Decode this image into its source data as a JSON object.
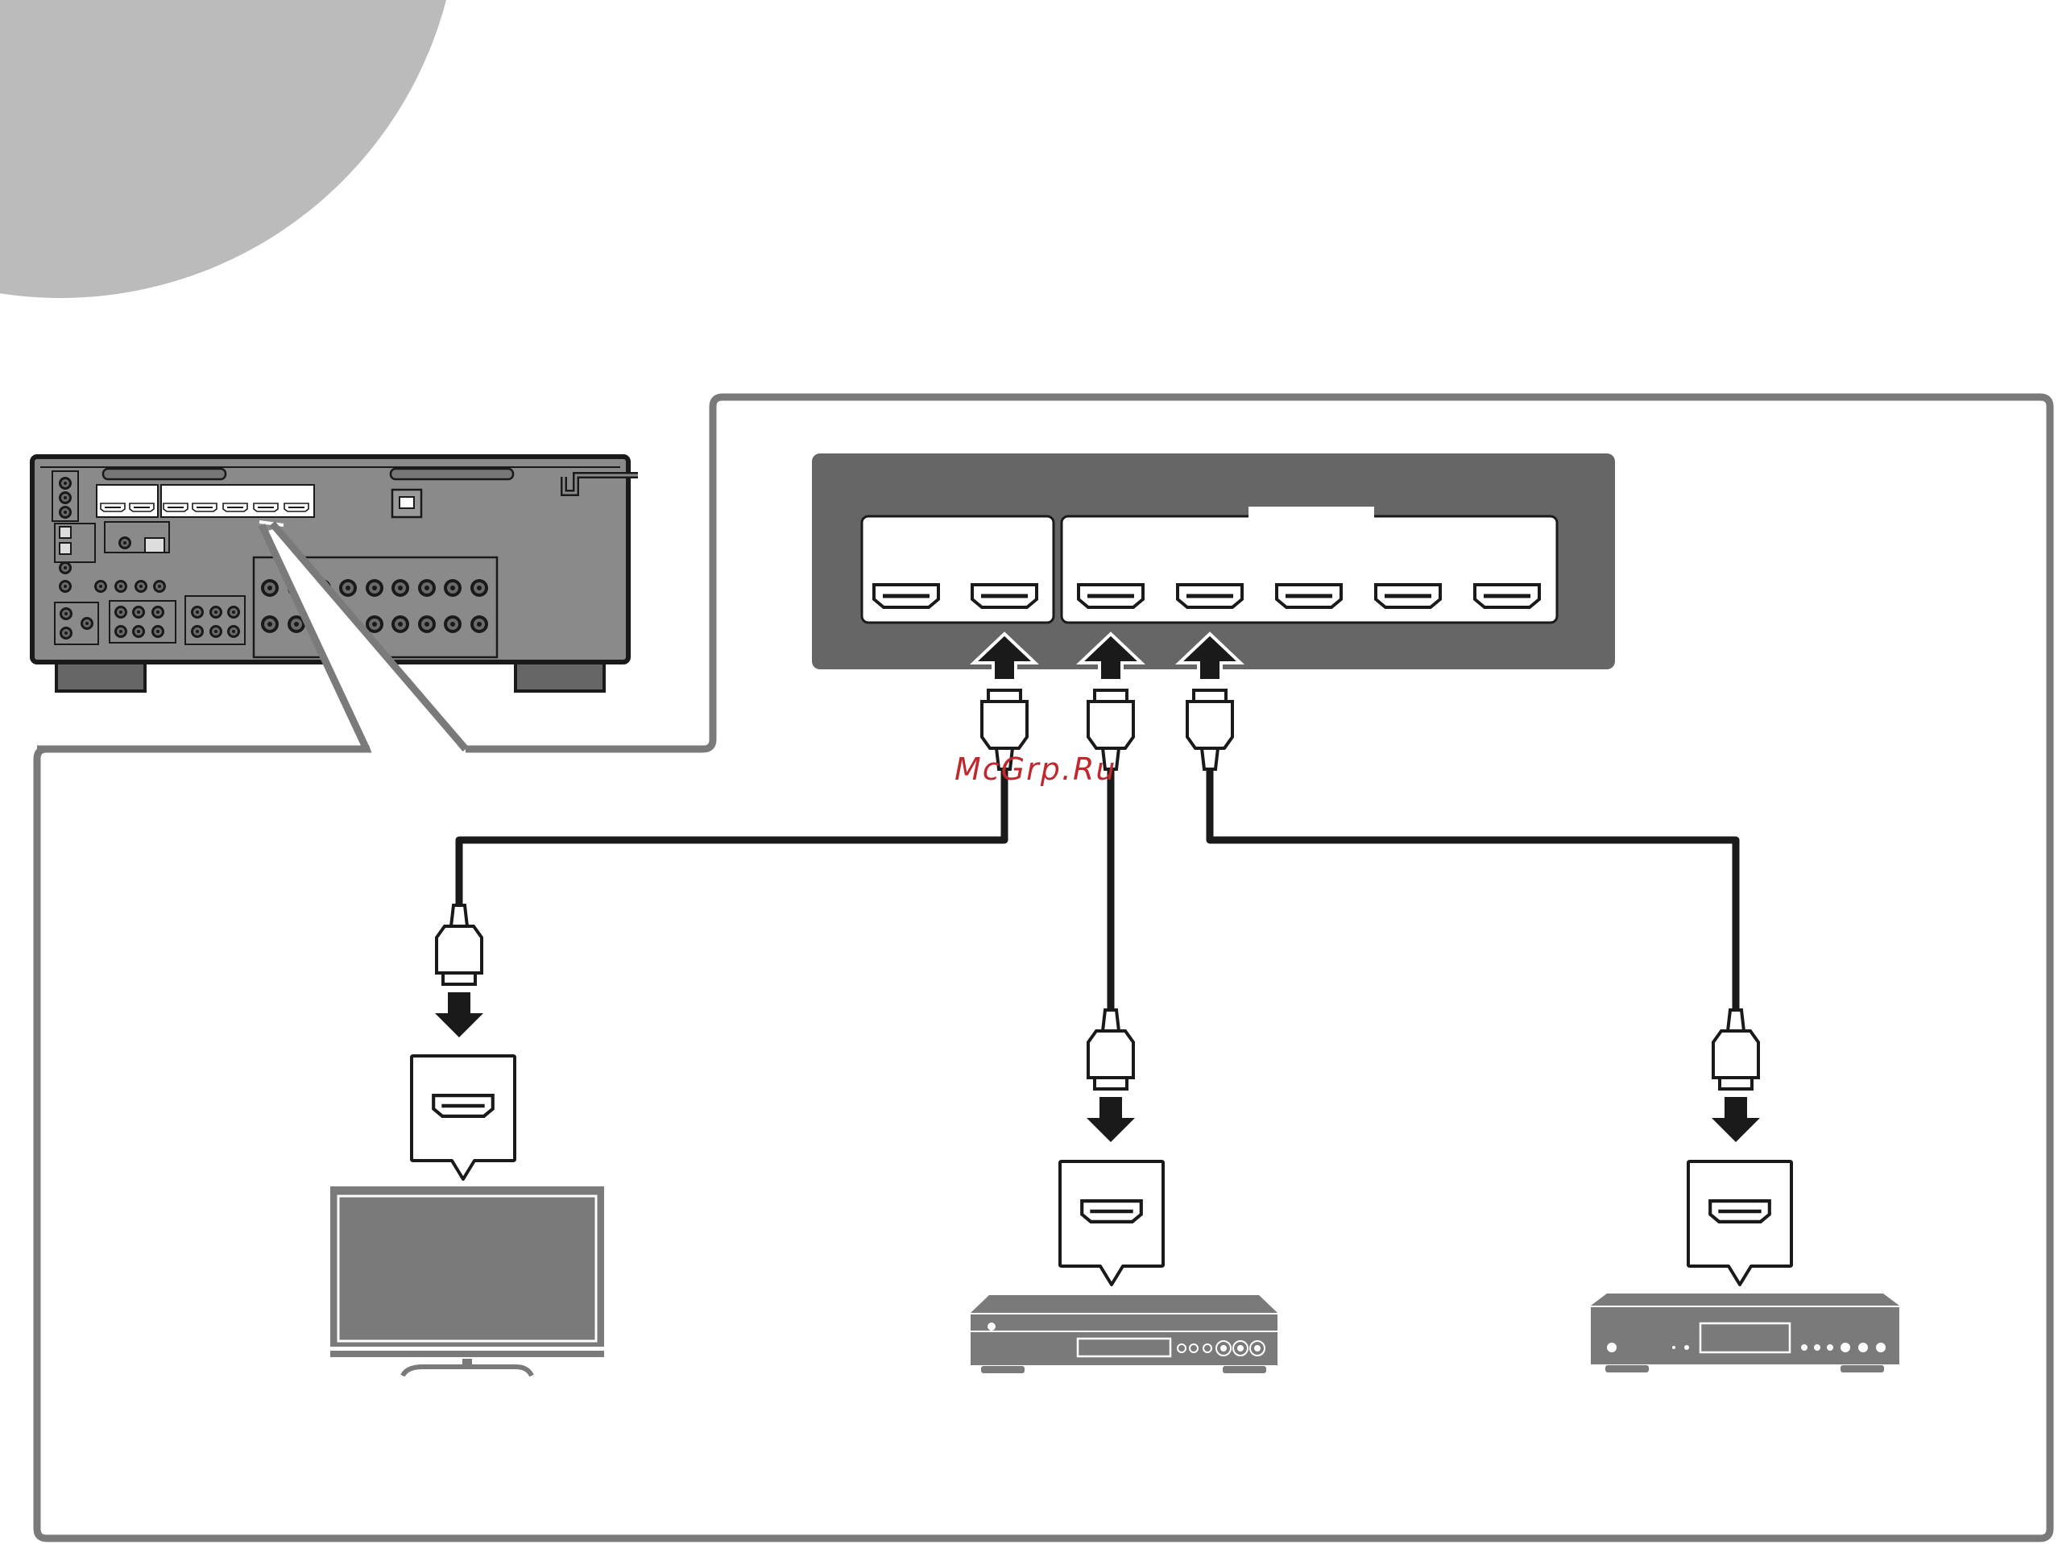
{
  "watermark": {
    "text": "McGrp.Ru",
    "color": "#c0282d"
  },
  "colors": {
    "panel_dark": "#666666",
    "border_gray": "#7a7a7a",
    "corner_circle": "#bbbbbb",
    "cable": "#1a1a1a",
    "device_gray": "#7a7a7a",
    "white": "#ffffff"
  },
  "receiver_panel": {
    "output_group_ports": 2,
    "input_group_ports": 5,
    "output_group_label": "",
    "input_group_label": ""
  },
  "connections": [
    {
      "device": "tv",
      "device_icon": "tv-icon",
      "receiver_port_group": "output",
      "port_icon": "hdmi-port-icon"
    },
    {
      "device": "bd-dvd-player",
      "device_icon": "disc-player-icon",
      "receiver_port_group": "input",
      "port_icon": "hdmi-port-icon"
    },
    {
      "device": "av-device",
      "device_icon": "av-device-icon",
      "receiver_port_group": "input",
      "port_icon": "hdmi-port-icon"
    }
  ],
  "icons": [
    "receiver-rear-icon",
    "hdmi-port-icon",
    "hdmi-plug-icon",
    "arrow-up-icon",
    "arrow-down-icon",
    "tv-icon",
    "disc-player-icon",
    "av-device-icon"
  ]
}
